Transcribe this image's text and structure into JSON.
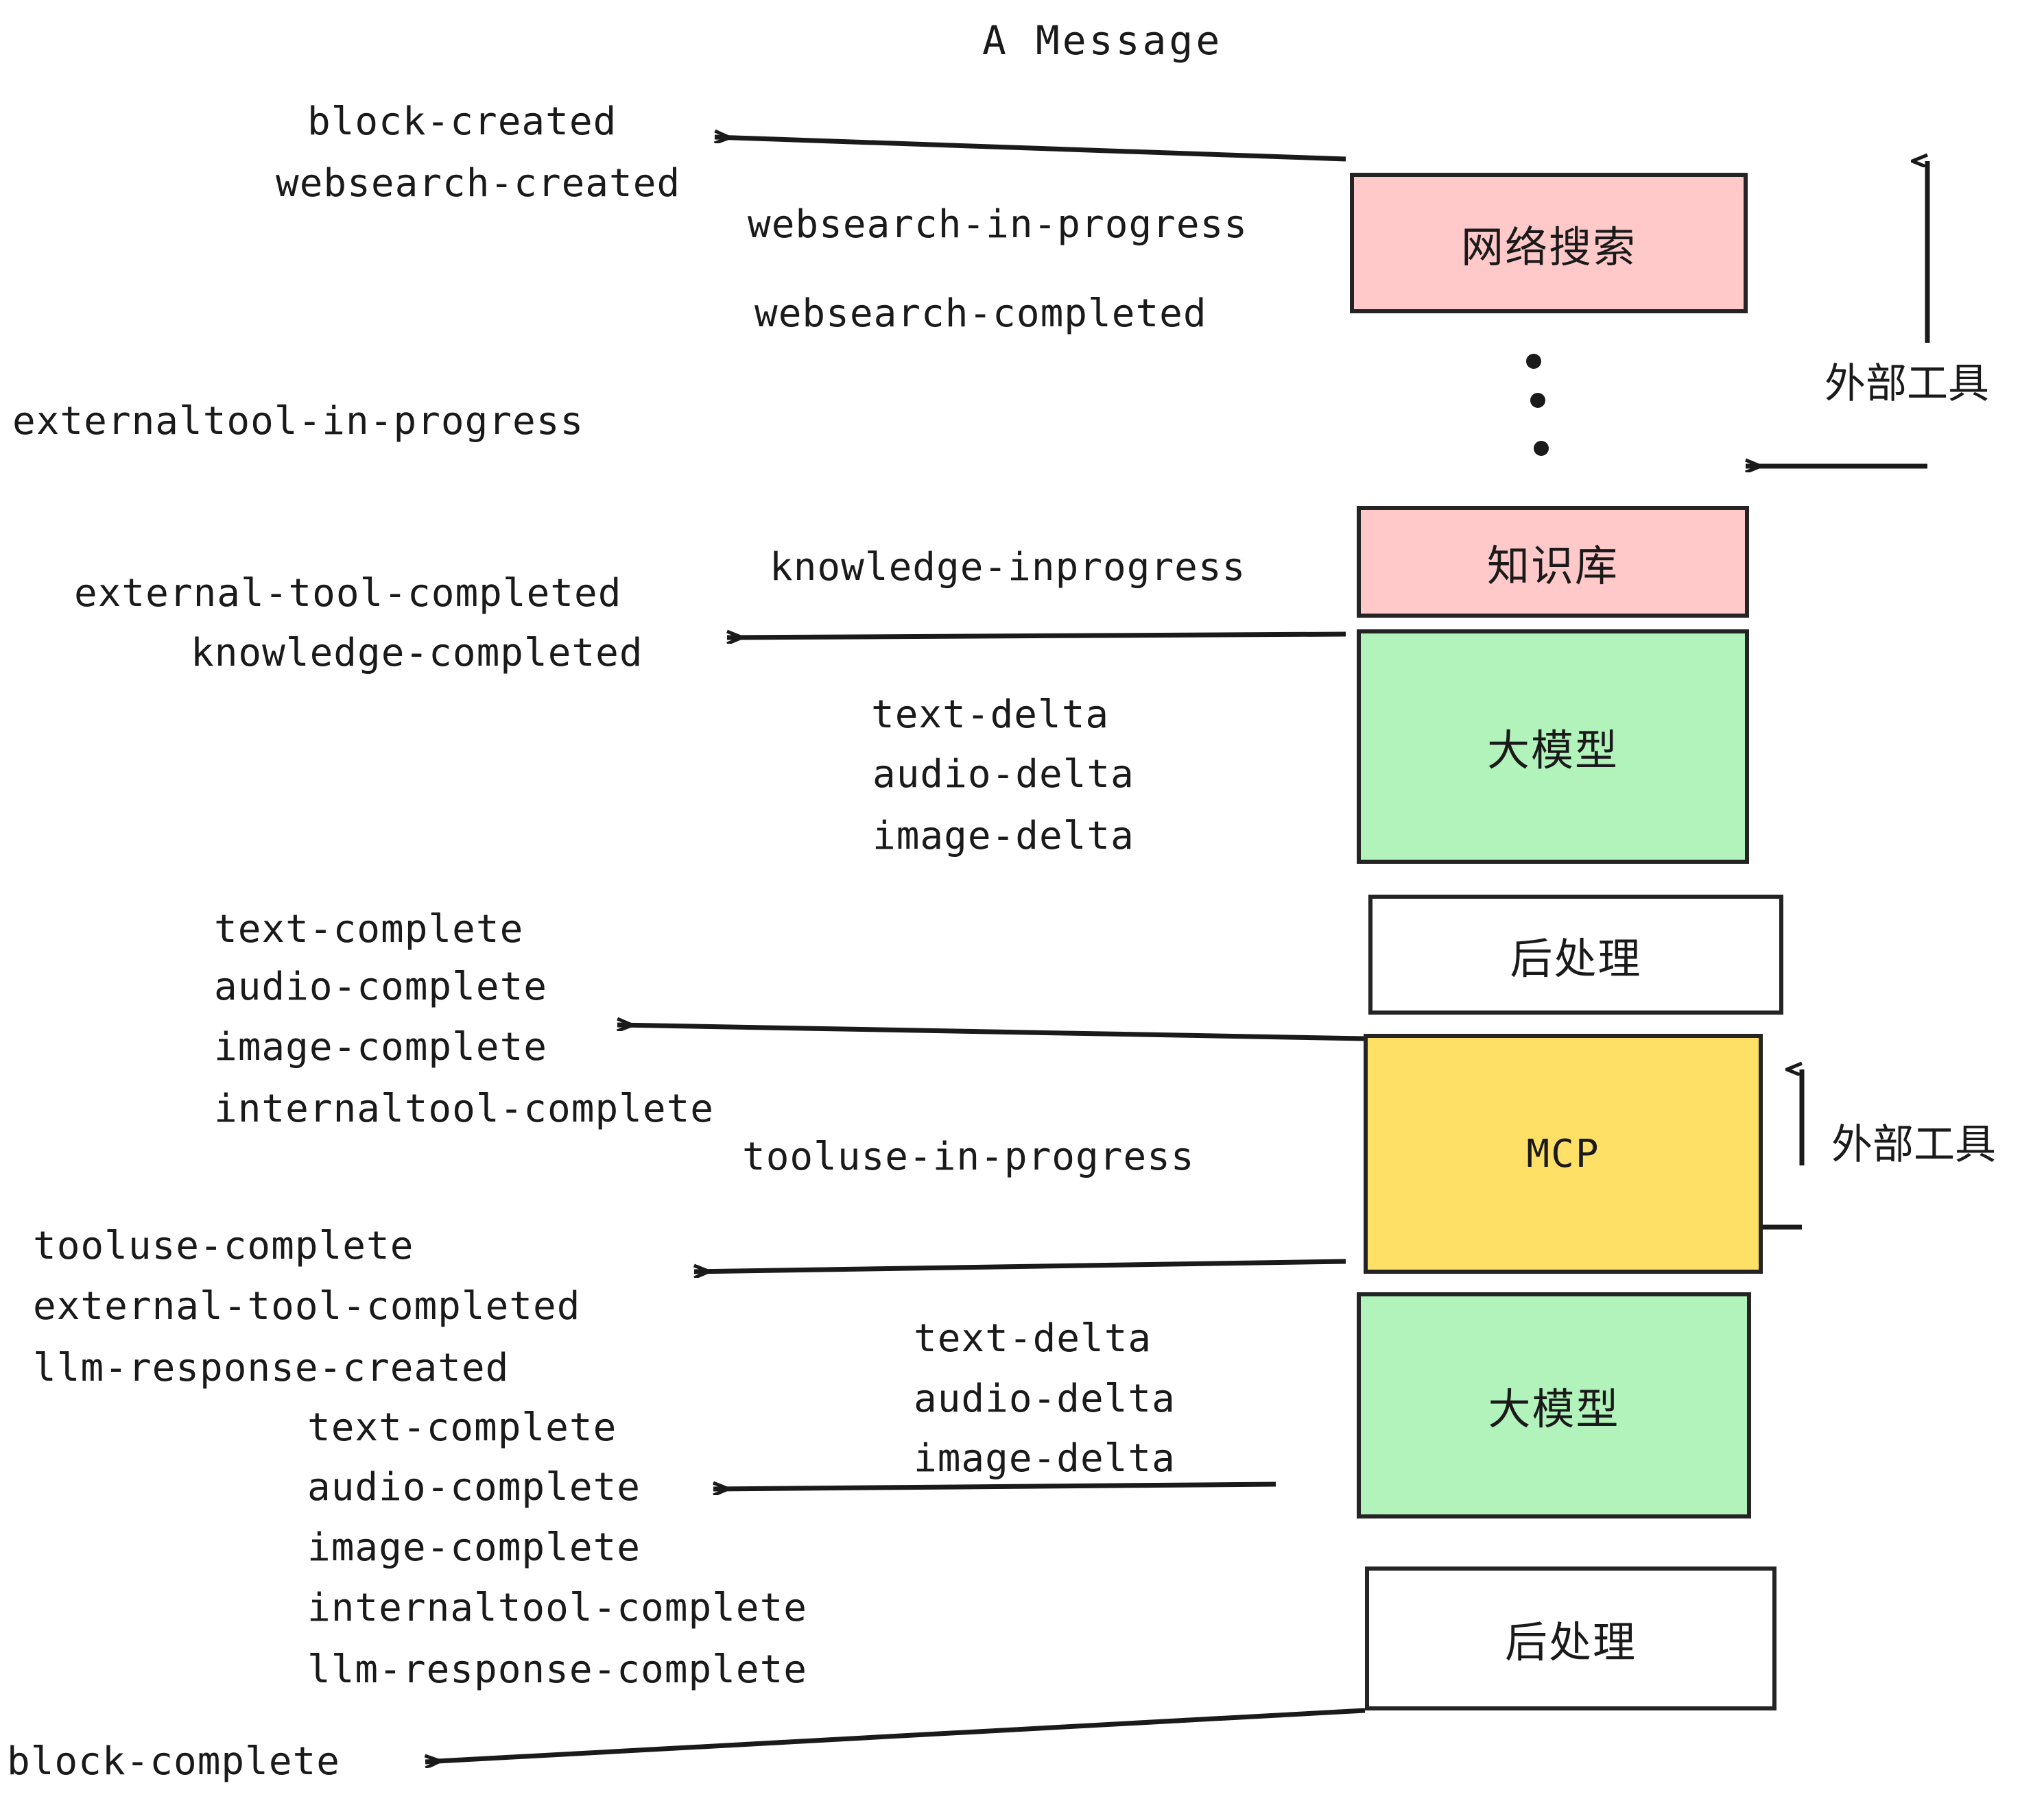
{
  "title": "A Message",
  "nodes": [
    {
      "id": "websearch",
      "label": "网络搜索",
      "fill": "#FFC9C9",
      "stroke": "#242424"
    },
    {
      "id": "knowledge",
      "label": "知识库",
      "fill": "#FFC9C9",
      "stroke": "#242424"
    },
    {
      "id": "llm-1",
      "label": "大模型",
      "fill": "#B2F2BB",
      "stroke": "#242424"
    },
    {
      "id": "postproc-1",
      "label": "后处理",
      "fill": "#FFFFFF",
      "stroke": "#242424"
    },
    {
      "id": "mcp",
      "label": "MCP",
      "fill": "#FFE066",
      "stroke": "#242424"
    },
    {
      "id": "llm-2",
      "label": "大模型",
      "fill": "#B2F2BB",
      "stroke": "#242424"
    },
    {
      "id": "postproc-2",
      "label": "后处理",
      "fill": "#FFFFFF",
      "stroke": "#242424"
    }
  ],
  "side_labels": [
    {
      "id": "external-tools-top",
      "text": "外部工具"
    },
    {
      "id": "external-tools-bottom",
      "text": "外部工具"
    }
  ],
  "events": [
    {
      "id": "block-created",
      "text": "block-created"
    },
    {
      "id": "websearch-created",
      "text": "websearch-created"
    },
    {
      "id": "websearch-in-progress",
      "text": "websearch-in-progress"
    },
    {
      "id": "websearch-completed",
      "text": "websearch-completed"
    },
    {
      "id": "externaltool-in-progress",
      "text": "externaltool-in-progress"
    },
    {
      "id": "knowledge-inprogress",
      "text": "knowledge-inprogress"
    },
    {
      "id": "external-tool-completed-1",
      "text": "external-tool-completed"
    },
    {
      "id": "knowledge-completed",
      "text": "knowledge-completed"
    },
    {
      "id": "text-delta-1",
      "text": "text-delta"
    },
    {
      "id": "audio-delta-1",
      "text": "audio-delta"
    },
    {
      "id": "image-delta-1",
      "text": "image-delta"
    },
    {
      "id": "text-complete-1",
      "text": "text-complete"
    },
    {
      "id": "audio-complete-1",
      "text": "audio-complete"
    },
    {
      "id": "image-complete-1",
      "text": "image-complete"
    },
    {
      "id": "internaltool-complete-1",
      "text": "internaltool-complete"
    },
    {
      "id": "tooluse-in-progress",
      "text": "tooluse-in-progress"
    },
    {
      "id": "tooluse-complete",
      "text": "tooluse-complete"
    },
    {
      "id": "external-tool-completed-2",
      "text": "external-tool-completed"
    },
    {
      "id": "llm-response-created",
      "text": "llm-response-created"
    },
    {
      "id": "text-complete-2",
      "text": "text-complete"
    },
    {
      "id": "audio-complete-2",
      "text": "audio-complete"
    },
    {
      "id": "image-complete-2",
      "text": "image-complete"
    },
    {
      "id": "internaltool-complete-2",
      "text": "internaltool-complete"
    },
    {
      "id": "llm-response-complete",
      "text": "llm-response-complete"
    },
    {
      "id": "text-delta-2",
      "text": "text-delta"
    },
    {
      "id": "audio-delta-2",
      "text": "audio-delta"
    },
    {
      "id": "image-delta-2",
      "text": "image-delta"
    },
    {
      "id": "block-complete",
      "text": "block-complete"
    }
  ],
  "colors": {
    "ink": "#1a1a1a",
    "stroke": "#242424",
    "pink": "#FFC9C9",
    "green": "#B2F2BB",
    "yellow": "#FFE066",
    "white": "#FFFFFF",
    "background": "#FFFFFF"
  }
}
